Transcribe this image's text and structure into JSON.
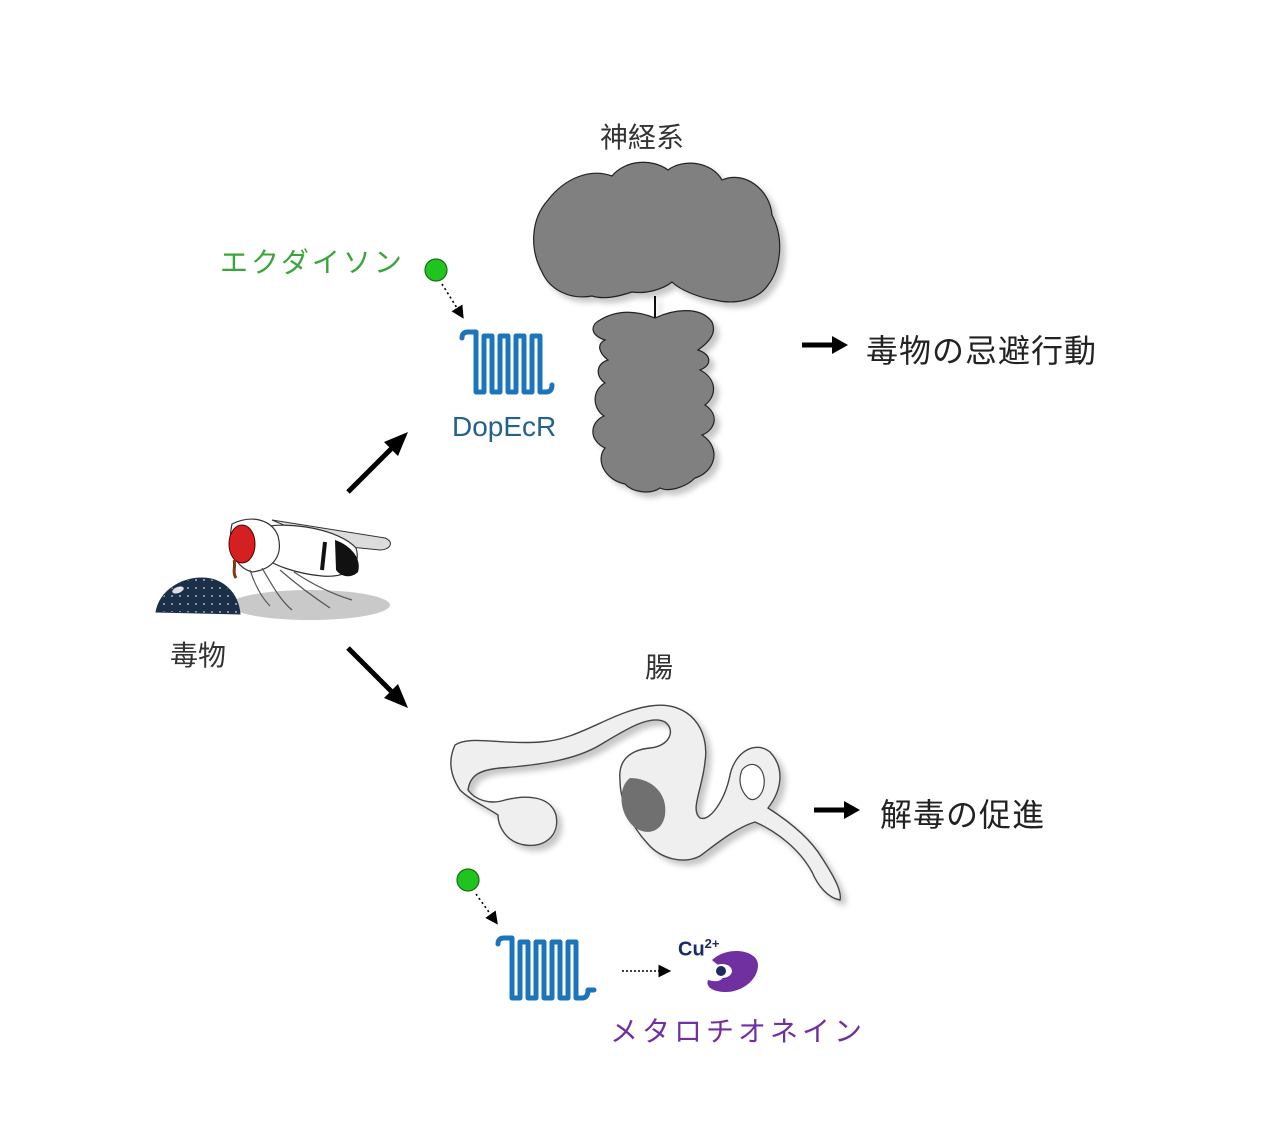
{
  "labels": {
    "nervous_system": "神経系",
    "ecdysone": "エクダイソン",
    "receptor": "DopEcR",
    "avoidance": "毒物の忌避行動",
    "toxin": "毒物",
    "gut": "腸",
    "detox": "解毒の促進",
    "copper": "Cu",
    "copper_charge": "2+",
    "metallothionein": "メタロチオネイン"
  },
  "colors": {
    "ecdysone_green": "#3aa63a",
    "receptor_blue": "#1c75bc",
    "receptor_text": "#22628f",
    "metallothionein_purple": "#7030a0",
    "brain_gray": "#808080",
    "gut_gray": "#efefef",
    "fly_eye_red": "#d42020",
    "copper_navy": "#1c2a66"
  }
}
